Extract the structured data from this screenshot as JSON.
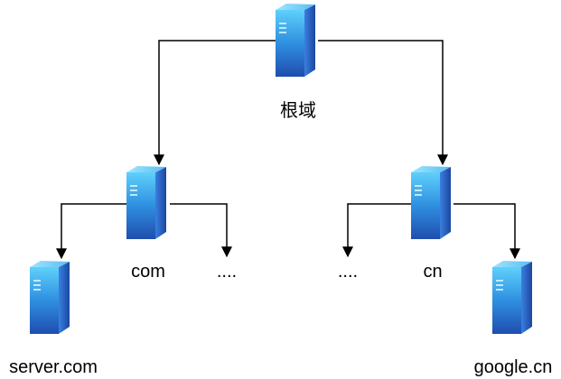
{
  "labels": {
    "root": "根域",
    "com": "com",
    "com_dots": "....",
    "cn_dots": "....",
    "cn": "cn",
    "server_com": "server.com",
    "google_cn": "google.cn"
  },
  "icon": "server-icon",
  "colors": {
    "server_front_top": "#4fc3f7",
    "server_front_bottom": "#1e4fb0",
    "server_side": "#2a62c9",
    "edge": "#000000"
  }
}
